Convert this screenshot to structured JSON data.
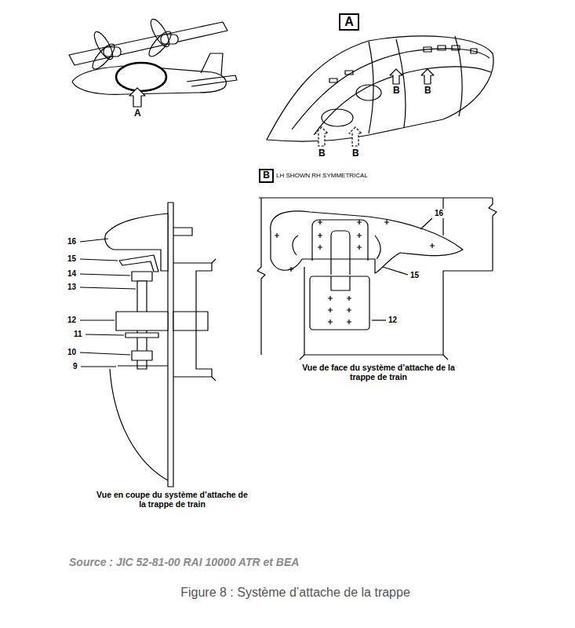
{
  "diagram": {
    "caption": "Figure 8 : Système d’attache de la trappe",
    "nodes": [
      {
        "text": [
          "A"
        ]
      },
      {
        "text": [
          "B"
        ]
      }
    ],
    "labels": [
      "A",
      "B",
      "B",
      "B",
      "B",
      "LH SHOWN RH SYMMETRICAL",
      "16",
      "15",
      "14",
      "13",
      "12",
      "11",
      "10",
      "9",
      "16",
      "15",
      "12",
      "Vue de face du système d’attache de la trappe de train",
      "Vue en coupe du système d’attache de la trappe de train",
      "Source : JIC 52-81-00 RAI 10000 ATR et BEA"
    ]
  }
}
